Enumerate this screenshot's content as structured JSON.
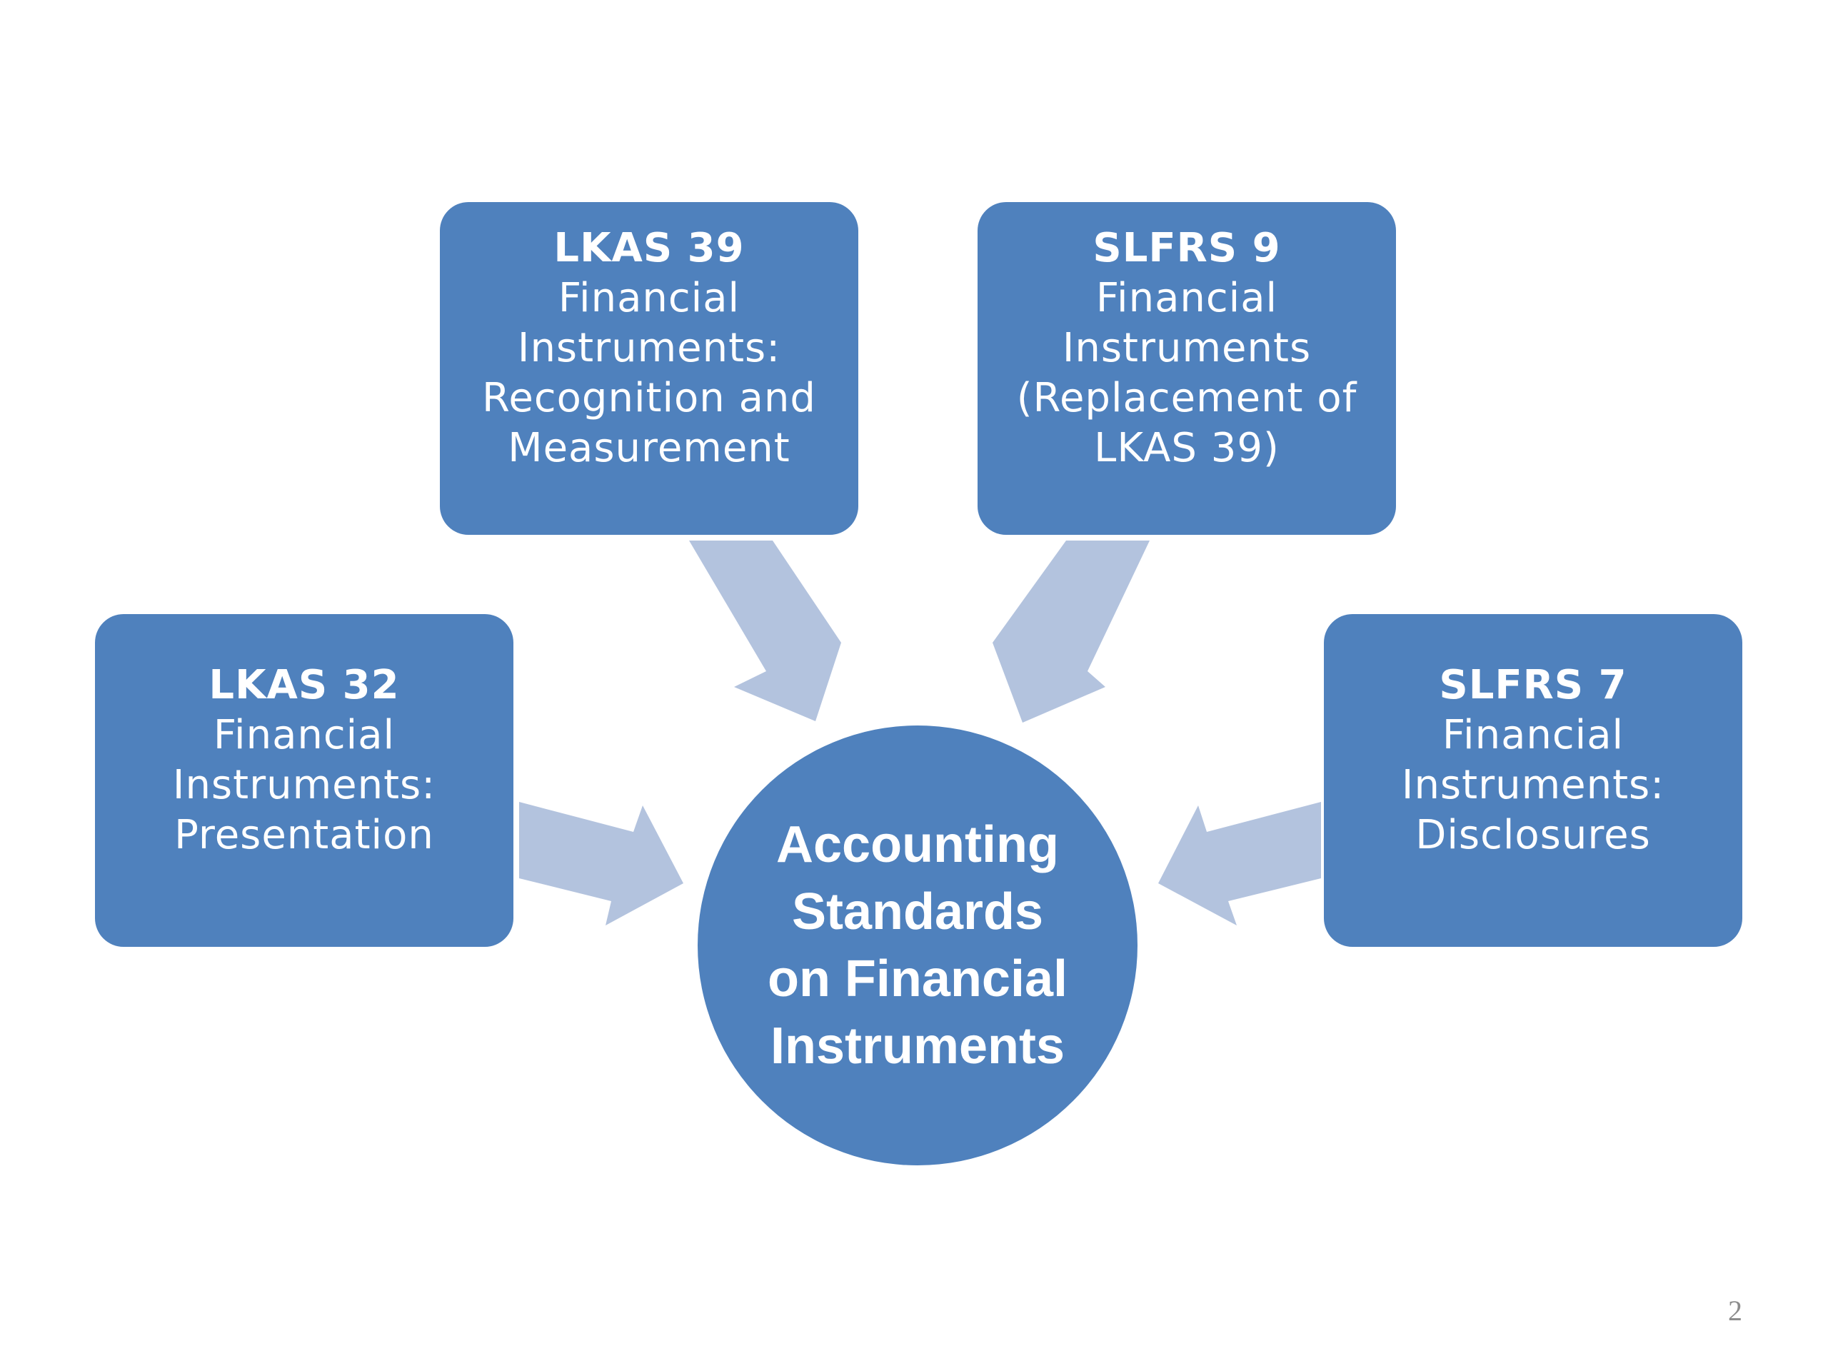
{
  "colors": {
    "box_fill": "#4f81bd",
    "arrow_fill": "#b3c3de",
    "text": "#ffffff",
    "page_number": "#8c8c8c"
  },
  "center": {
    "lines": [
      "Accounting",
      "Standards",
      "on Financial",
      "Instruments"
    ]
  },
  "boxes": {
    "lkas39": {
      "code": "LKAS 39",
      "lines": [
        "Financial",
        "Instruments:",
        "Recognition and",
        "Measurement"
      ]
    },
    "slfrs9": {
      "code": "SLFRS 9",
      "lines": [
        "Financial",
        "Instruments",
        "(Replacement of",
        "LKAS 39)"
      ]
    },
    "lkas32": {
      "code": "LKAS 32",
      "lines": [
        "Financial",
        "Instruments:",
        "Presentation"
      ]
    },
    "slfrs7": {
      "code": "SLFRS 7",
      "lines": [
        "Financial",
        "Instruments:",
        "Disclosures"
      ]
    }
  },
  "page_number": "2"
}
